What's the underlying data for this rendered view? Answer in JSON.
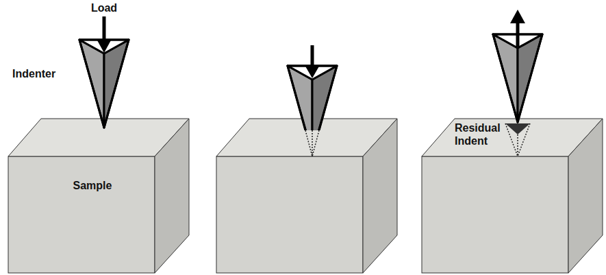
{
  "diagram": {
    "labels": [
      "Load",
      "Indenter",
      "Sample",
      "Residual Indent"
    ]
  }
}
